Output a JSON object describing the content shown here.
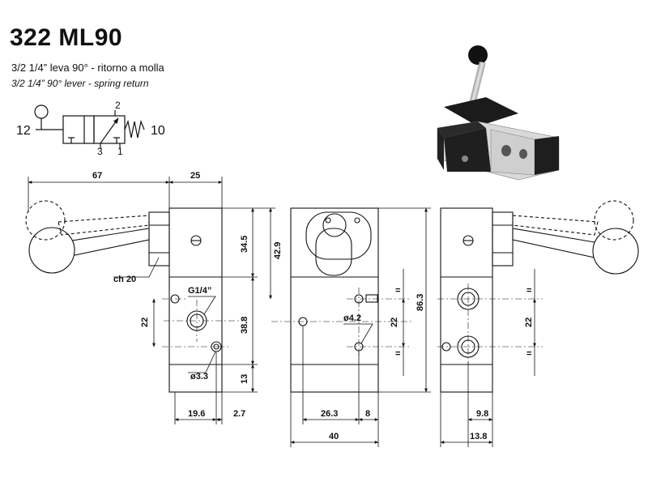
{
  "header": {
    "title": "322 ML90",
    "subtitle_it": "3/2 1/4” leva 90° - ritorno a molla",
    "subtitle_en": "3/2 1/4” 90° lever - spring return"
  },
  "symbol": {
    "port_left": "12",
    "port_right": "10",
    "port_top": "2",
    "port_bottom_left": "3",
    "port_bottom_right": "1"
  },
  "dimensions": {
    "d67": "67",
    "d25": "25",
    "d34_5": "34.5",
    "d42_9": "42.9",
    "d38_8": "38.8",
    "d22_left": "22",
    "d13": "13",
    "d19_6": "19.6",
    "d2_7": "2.7",
    "d26_3": "26.3",
    "d8": "8",
    "d40": "40",
    "d86_3": "86.3",
    "d22_mid": "22",
    "d22_right": "22",
    "d9_8": "9.8",
    "d13_8": "13.8"
  },
  "labels": {
    "ch20": "ch 20",
    "g14": "G1/4”",
    "phi3_3": "ø3.3",
    "phi4_2": "ø4.2",
    "eq": "="
  }
}
